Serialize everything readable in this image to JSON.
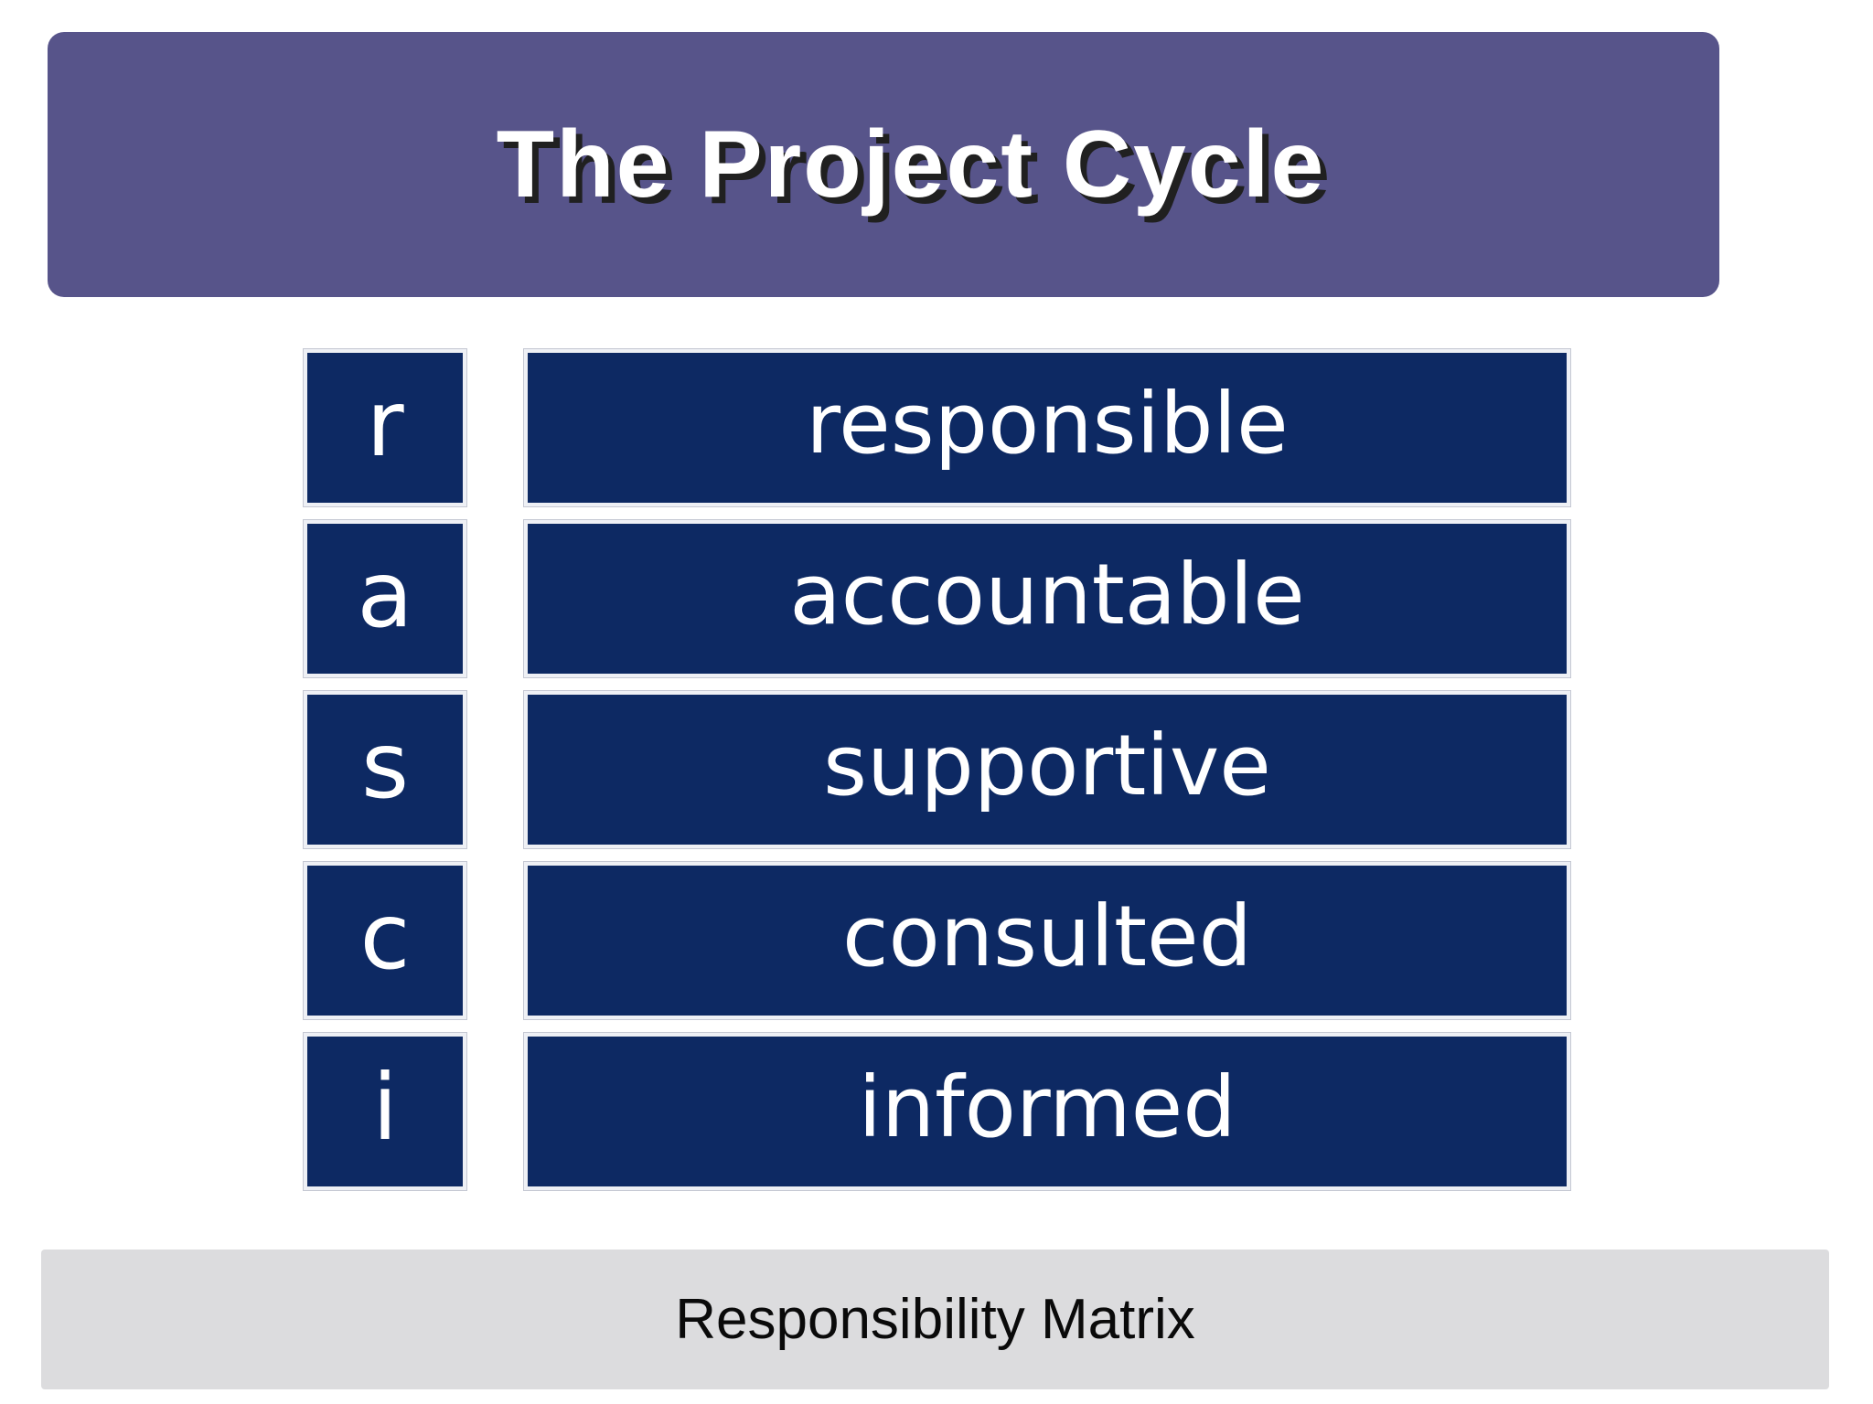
{
  "slide": {
    "title": "The Project Cycle",
    "footer_label": "Responsibility Matrix",
    "matrix_rows": [
      {
        "letter": "r",
        "word": "responsible"
      },
      {
        "letter": "a",
        "word": "accountable"
      },
      {
        "letter": "s",
        "word": "supportive"
      },
      {
        "letter": "c",
        "word": "consulted"
      },
      {
        "letter": "i",
        "word": "informed"
      }
    ],
    "colors": {
      "header_bg": "#57548A",
      "box_bg": "#0D2963",
      "box_frame": "#EEF0F5",
      "box_outline": "#C5C8D3",
      "footer_bg": "#DCDCDE",
      "title_color": "#FFFFFF",
      "title_shadow": "#202020",
      "box_text": "#FFFFFF",
      "footer_text": "#0A0A0A",
      "page_bg": "#FFFFFF"
    }
  }
}
